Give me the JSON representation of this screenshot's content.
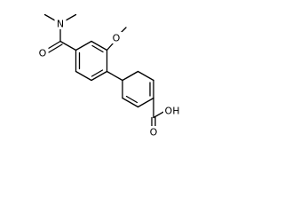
{
  "molecule": {
    "atoms": {
      "amide_n": "N",
      "amide_o": "O",
      "methoxy_o": "O",
      "acid_o": "O",
      "acid_oh": "OH"
    }
  }
}
